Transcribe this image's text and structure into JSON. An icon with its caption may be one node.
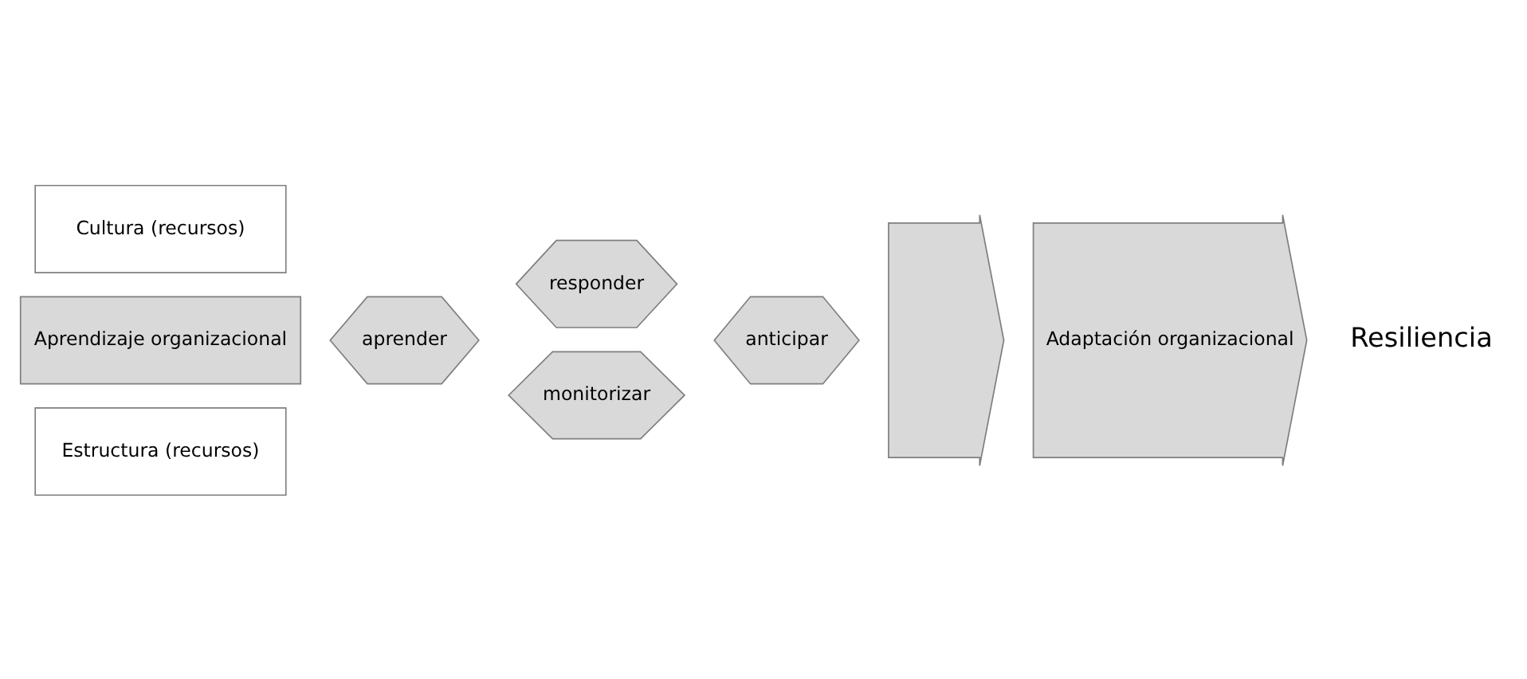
{
  "diagram": {
    "nodes": [
      {
        "text": [
          "Cultura (recursos)"
        ]
      },
      {
        "text": [
          "Aprendizaje organizacional"
        ]
      },
      {
        "text": [
          "Estructura (recursos)"
        ]
      },
      {
        "text": [
          "responder"
        ]
      },
      {
        "text": [
          "aprender"
        ]
      },
      {
        "text": [
          "anticipar"
        ]
      },
      {
        "text": [
          "monitorizar"
        ]
      },
      {
        "text": [],
        "shape": "arrow"
      },
      {
        "text": [
          "Adaptación organizacional"
        ]
      },
      {
        "text": [
          "Resiliencia"
        ]
      }
    ]
  }
}
